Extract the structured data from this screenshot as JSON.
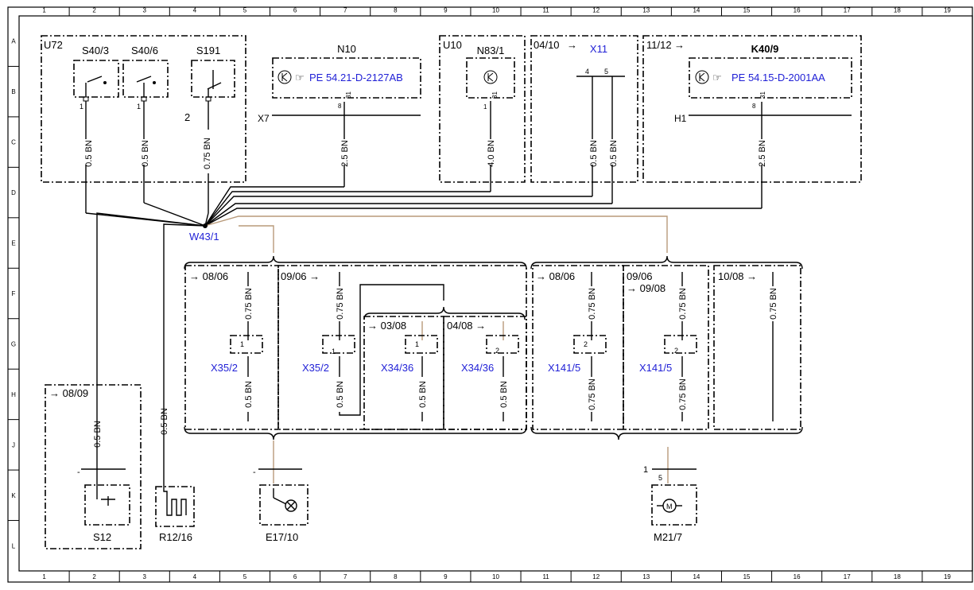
{
  "grid": {
    "columns": [
      "1",
      "2",
      "3",
      "4",
      "5",
      "6",
      "7",
      "8",
      "9",
      "10",
      "11",
      "12",
      "13",
      "14",
      "15",
      "16",
      "17",
      "18",
      "19"
    ],
    "rows": [
      "A",
      "B",
      "C",
      "D",
      "E",
      "F",
      "G",
      "H",
      "J",
      "K",
      "L"
    ]
  },
  "colors": {
    "wire": "#000000",
    "wire_brown": "#b89a7a",
    "link_text": "#1f1fd6"
  },
  "top": {
    "u72": "U72",
    "s40_3": "S40/3",
    "s40_6": "S40/6",
    "s191": "S191",
    "s191_pin": "2",
    "n10": "N10",
    "n10_ref": "PE 54.21-D-2127AB",
    "x7": "X7",
    "u10": "U10",
    "n83_1": "N83/1",
    "x11_date": "04/10",
    "x11": "X11",
    "k40_date": "11/12",
    "k40_9": "K40/9",
    "k40_ref": "PE 54.15-D-2001AA",
    "h1": "H1",
    "pin1": "1",
    "pin4": "4",
    "pin5": "5",
    "pin8": "8",
    "pin31": "31",
    "wire_05": "0.5 BN",
    "wire_075": "0.75 BN",
    "wire_25": "2.5 BN",
    "wire_40": "4.0 BN"
  },
  "splice": "W43/1",
  "variants": {
    "d0806": "08/06",
    "d0906": "09/06",
    "d0308": "03/08",
    "d0408": "04/08",
    "d0908": "09/08",
    "d1008": "10/08",
    "x35_2": "X35/2",
    "x34_36": "X34/36",
    "x141_5": "X141/5",
    "pin1": "1",
    "pin2": "2",
    "wire_05": "0.5 BN",
    "wire_075": "0.75 BN"
  },
  "bottom": {
    "d0809": "08/09",
    "s12": "S12",
    "r12_16": "R12/16",
    "e17_10": "E17/10",
    "m21_7": "M21/7",
    "m21_pin5": "5",
    "m21_pin1": "1",
    "wire_05": "0.5 BN",
    "dash": "-"
  },
  "icons": {
    "transistor": "transistor-symbol-icon",
    "pointer": "pointing-hand-icon",
    "lamp": "lamp-icon",
    "motor": "motor-icon",
    "heater": "heating-element-icon"
  }
}
